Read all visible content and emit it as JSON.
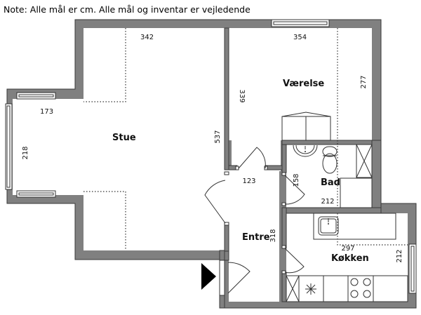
{
  "note": "Note: Alle mål er cm. Alle mål og inventar er vejledende",
  "rooms": {
    "stue": "Stue",
    "vaerelse": "Værelse",
    "bad": "Bad",
    "entre": "Entre",
    "kokken": "Køkken"
  },
  "dimensions": {
    "stue_width": "342",
    "stue_bay_depth": "173",
    "stue_bay_width": "218",
    "stue_length": "537",
    "vaerelse_width": "354",
    "vaerelse_length_left": "339",
    "vaerelse_length_right": "277",
    "hall_width": "123",
    "bad_length": "158",
    "bad_width": "212",
    "entre_length": "318",
    "kokken_width": "297",
    "kokken_length": "212"
  },
  "icons": {
    "entrance": "entrance-arrow-icon"
  },
  "colors": {
    "wall": "#808080",
    "wall_edge": "#3a3a3a",
    "background": "#ffffff"
  }
}
